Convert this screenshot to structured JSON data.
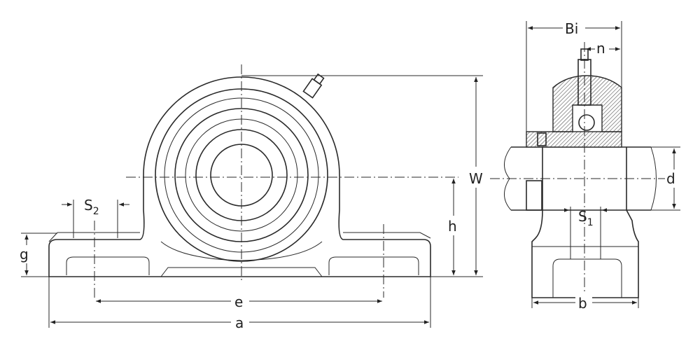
{
  "title": "Pillow block bearing unit dimension drawing",
  "labels": {
    "W": "W",
    "h": "h",
    "g": "g",
    "e": "e",
    "a": "a",
    "S2_main": "S",
    "S2_sub": "2",
    "Bi": "Bi",
    "n": "n",
    "d": "d",
    "b": "b",
    "S1_main": "S",
    "S1_sub": "1"
  },
  "colors": {
    "line": "#2a2a2a",
    "background": "#ffffff"
  }
}
